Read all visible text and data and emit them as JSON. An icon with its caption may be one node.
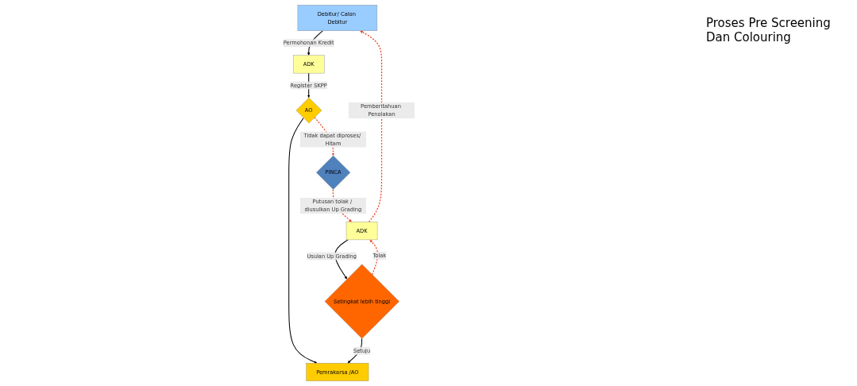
{
  "diagram": {
    "nodes": [
      {
        "text": [
          "Debitur/ Calon Debitur"
        ]
      },
      {
        "text": [
          "ADK"
        ]
      },
      {
        "text": [
          "AO"
        ]
      },
      {
        "text": [
          "PINCA"
        ]
      },
      {
        "text": [
          "Setingkat lebih tinggi"
        ]
      },
      {
        "text": [
          "ADK"
        ]
      },
      {
        "text": [
          "Pemrakarsa /AO"
        ]
      }
    ],
    "edges": [
      {
        "from": 0,
        "to": 1,
        "arrow": "to",
        "label": "Permohonan Kredit"
      },
      {
        "from": 1,
        "to": 2,
        "arrow": "to",
        "label": "Register SKPP"
      },
      {
        "from": 2,
        "to": 3,
        "arrow": "to",
        "label": "Tidak dapat diproses/ Hitam",
        "style": "dashed",
        "color": "#ee4422"
      },
      {
        "from": 3,
        "to": 5,
        "arrow": "to",
        "label": "Putusan tolak / diusulkan Up Grading",
        "style": "dashed",
        "color": "#ee4422"
      },
      {
        "from": 5,
        "to": 4,
        "arrow": "to",
        "label": "Usulan Up Grading"
      },
      {
        "from": 2,
        "to": 6,
        "arrow": "to"
      },
      {
        "from": 4,
        "to": 6,
        "arrow": "to",
        "label": "Setuju"
      },
      {
        "from": 4,
        "to": 5,
        "arrow": "to",
        "label": "Tolak",
        "style": "dashed",
        "color": "#ee4422"
      },
      {
        "from": 5,
        "to": 0,
        "arrow": "to",
        "label": "Pemberitahuan Penolakan",
        "style": "dashed",
        "color": "#ee4422"
      }
    ],
    "labels": [
      "Proses Pre Screening Dan Colouring"
    ]
  }
}
